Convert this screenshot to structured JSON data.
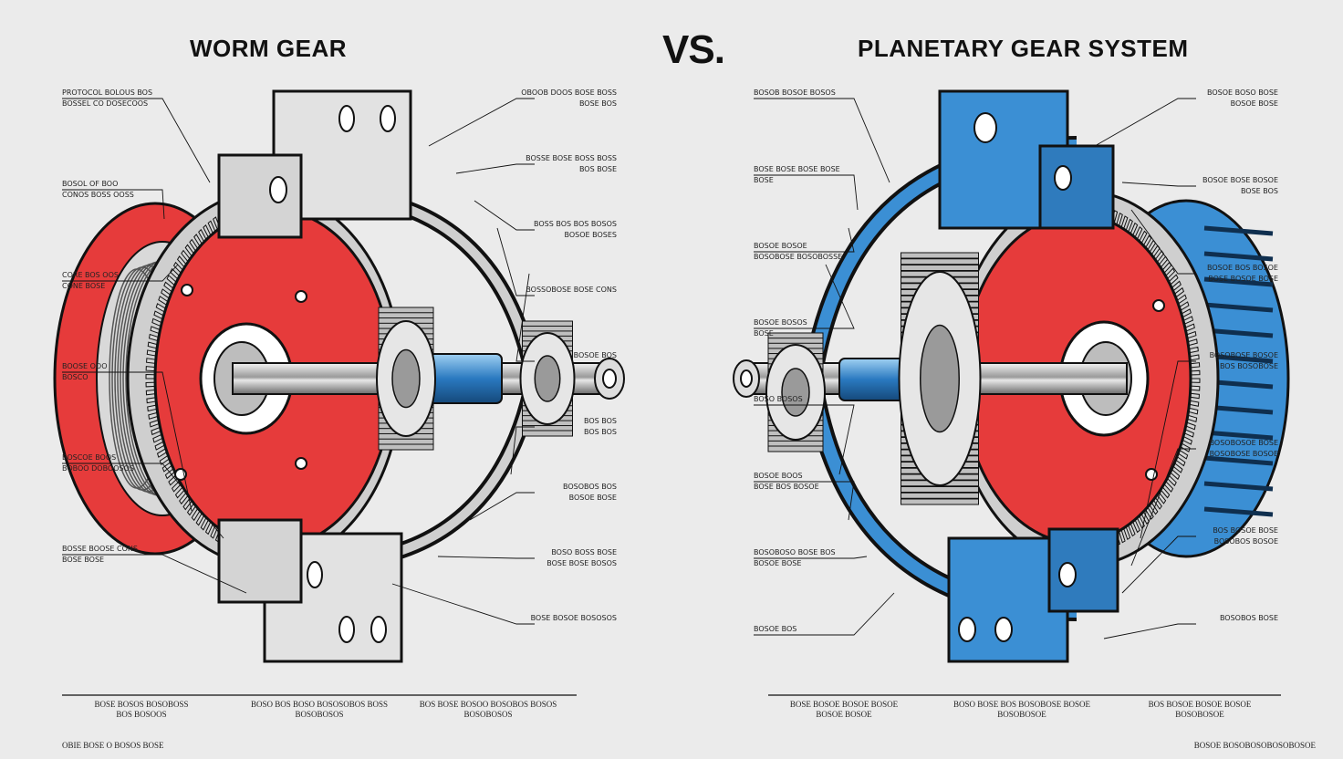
{
  "titles": {
    "left": "WORM GEAR",
    "vs": "VS.",
    "right": "PLANETARY GEAR SYSTEM"
  },
  "colors": {
    "red": "#e63b3b",
    "blue": "#3b8fd4",
    "steel": "#c8c8c8",
    "ink": "#111111",
    "background": "#ebebeb"
  },
  "worm_gear": {
    "labels_left": [
      [
        "PROTOCOL BOLOUS BOS",
        "BOSSEL CO DOSECOOS"
      ],
      [
        "BOSOL OF BOO",
        "CONOS BOSS OOSS"
      ],
      [
        "CORE BOS OOS",
        "CONE BOSE"
      ],
      [
        "BOOSE OOO",
        "BOSCO"
      ],
      [
        "BOSCOE BOOS",
        "BOBOO DOBOOSOS"
      ],
      [
        "BOSSE BOOSE CONS",
        "BOSE BOSE"
      ]
    ],
    "labels_right": [
      [
        "OBOOB DOOS BOSE BOSS",
        "BOSE BOS"
      ],
      [
        "BOSSE BOSE BOSS BOSS",
        "BOS BOSE"
      ],
      [
        "BOSS BOS BOS BOSOS",
        "BOSOE BOSES"
      ],
      [
        "BOSSOBOSE BOSE CONS"
      ],
      [
        "BOSOE BOS"
      ],
      [
        "BOS BOS",
        "BOS BOS"
      ],
      [
        "BOSOBOS BOS",
        "BOSOE BOSE"
      ],
      [
        "BOSO BOSS BOSE",
        "BOSE BOSE BOSOS"
      ],
      [
        "BOSE BOSOE BOSOSOS"
      ]
    ],
    "footer": [
      [
        "BOSE BOSOS BOSOBOSS",
        "BOS BOSOOS"
      ],
      [
        "BOSO BOS BOSO BOSOSOBOS BOSS",
        "BOSOBOSOS"
      ],
      [
        "BOS BOSE BOSOO BOSOBOS BOSOS",
        "BOSOBOSOS"
      ]
    ],
    "footnote": "OBIE BOSE O BOSOS BOSE"
  },
  "planetary": {
    "labels_left": [
      [
        "BOSOB BOSOE BOSOS"
      ],
      [
        "BOSE BOSE BOSE BOSE",
        "BOSE"
      ],
      [
        "BOSOE BOSOE",
        "BOSOBOSE BOSOBOSSE"
      ],
      [
        "BOSOE BOSOS",
        "BOSE"
      ],
      [
        "BOSO BOSOS"
      ],
      [
        "BOSOE BOOS",
        "BOSE BOS BOSOE"
      ],
      [
        "BOSOBOSO BOSE BOS",
        "BOSOE BOSE"
      ],
      [
        "BOSOE BOS"
      ]
    ],
    "labels_right": [
      [
        "BOSOE BOSO BOSE",
        "BOSOE BOSE"
      ],
      [
        "BOSOE BOSE BOSOE",
        "BOSE BOS"
      ],
      [
        "BOSOE BOS BOSOE",
        "BOSE BOSOE BOSE"
      ],
      [
        "BOSOBOSE BOSOE",
        "BOS BOSOBOSE"
      ],
      [
        "BOSOBOSOE BOSE",
        "BOSOBOSE BOSOE"
      ],
      [
        "BOS BOSOE BOSE",
        "BOSOBOS BOSOE"
      ],
      [
        "BOSOBOS BOSE"
      ]
    ],
    "footer": [
      [
        "BOSE BOSOE BOSOE BOSOE",
        "BOSOE BOSOE"
      ],
      [
        "BOSO BOSE BOS BOSOBOSE BOSOE",
        "BOSOBOSOE"
      ],
      [
        "BOS BOSOE BOSOE BOSOE",
        "BOSOBOSOE"
      ]
    ],
    "footnote": "BOSOE BOSOBOSOBOSOBOSOE"
  }
}
